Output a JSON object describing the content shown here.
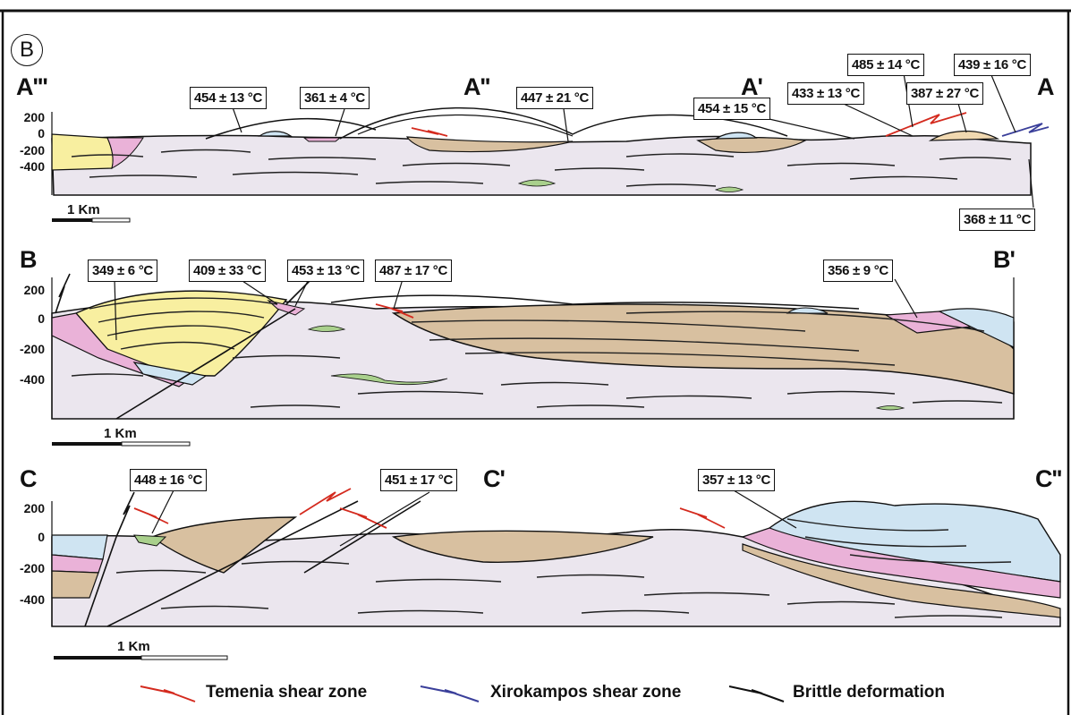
{
  "panel_label": "B",
  "sections": {
    "s1": {
      "left": "A'''",
      "mid1": "A''",
      "mid2": "A'",
      "right": "A"
    },
    "s2": {
      "left": "B",
      "right": "B'"
    },
    "s3": {
      "left": "C",
      "mid": "C'",
      "right": "C''"
    }
  },
  "depth_ticks": [
    "200",
    "0",
    "-200",
    "-400"
  ],
  "scale_label": "1 Km",
  "temperatures": {
    "s1": [
      "454 ± 13 °C",
      "361 ± 4 °C",
      "447 ± 21 °C",
      "454 ± 15 °C",
      "433 ± 13 °C",
      "485 ± 14 °C",
      "387 ± 27 °C",
      "439 ± 16 °C",
      "368 ± 11 °C"
    ],
    "s2": [
      "349 ± 6 °C",
      "409 ± 33 °C",
      "453 ± 13 °C",
      "487 ± 17 °C",
      "356 ± 9 °C"
    ],
    "s3": [
      "448 ± 16 °C",
      "451 ± 17 °C",
      "357 ± 13 °C"
    ]
  },
  "legend": {
    "temenia": "Temenia shear zone",
    "xirokampos": "Xirokampos shear zone",
    "brittle": "Brittle deformation"
  },
  "colors": {
    "yellow": "#f8efa0",
    "pink": "#eab2d8",
    "blue": "#cfe4f2",
    "tan": "#d8c0a0",
    "gray": "#ebe6ee",
    "green": "#a9d08c",
    "temenia": "#d42a1e",
    "xirokampos": "#3a3f9a",
    "brittle": "#111111"
  }
}
